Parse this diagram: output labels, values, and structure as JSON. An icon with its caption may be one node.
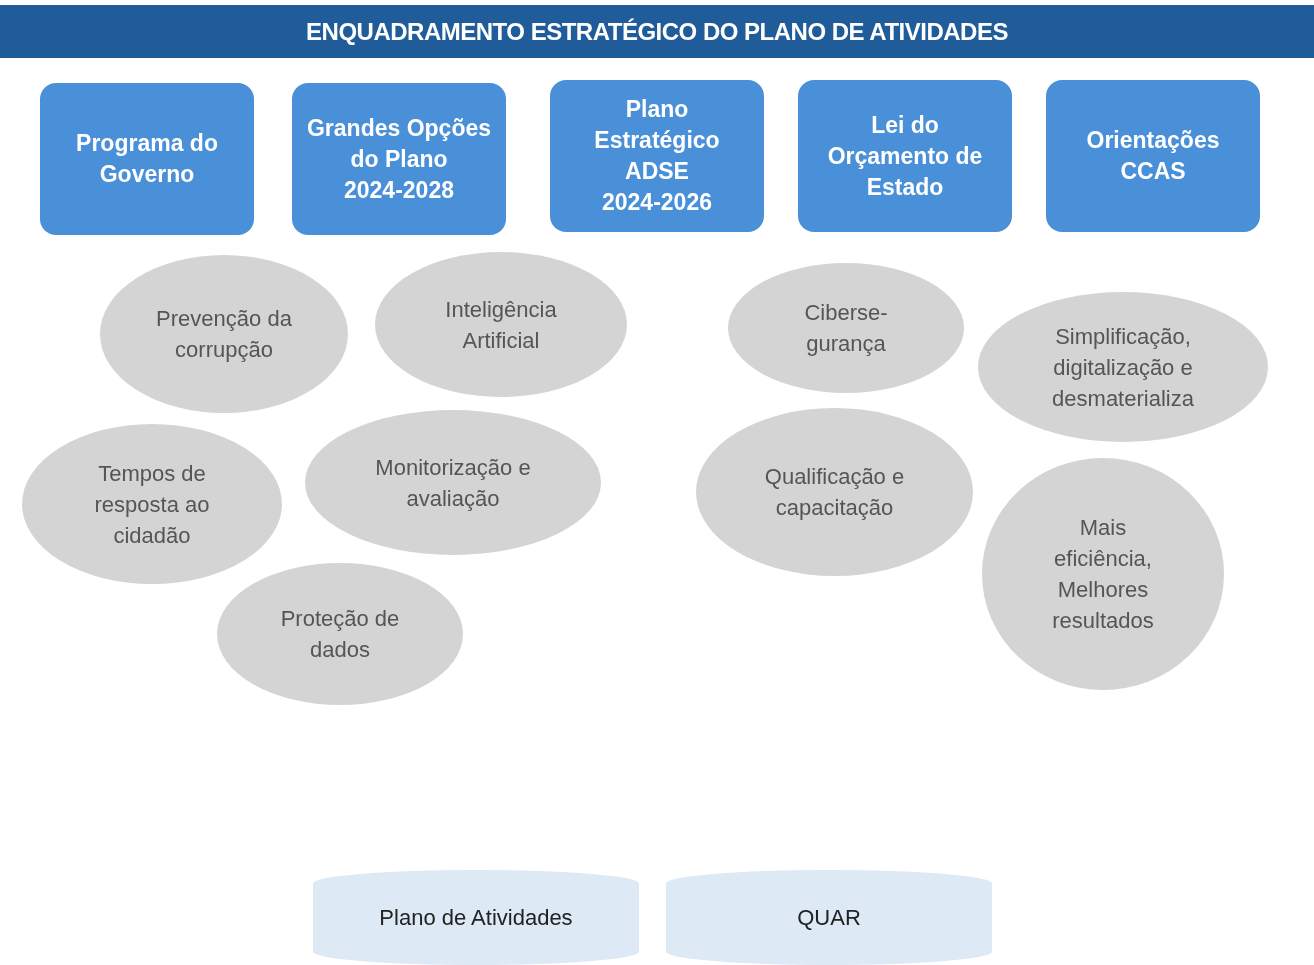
{
  "diagram": {
    "title": "ENQUADRAMENTO ESTRATÉGICO DO PLANO DE ATIVIDADES",
    "nodes": [
      {
        "text": [
          "Programa do Governo"
        ]
      },
      {
        "text": [
          "Grandes Opções do Plano",
          "2024-2028"
        ]
      },
      {
        "text": [
          "Plano Estratégico ADSE",
          "2024-2026"
        ]
      },
      {
        "text": [
          "Lei do Orçamento de Estado"
        ]
      },
      {
        "text": [
          "Orientações CCAS"
        ]
      },
      {
        "text": [
          "Prevenção da corrupção"
        ]
      },
      {
        "text": [
          "Inteligência Artificial"
        ]
      },
      {
        "text": [
          "Ciberse- gurança"
        ]
      },
      {
        "text": [
          "Simplificação, digitalização e desmaterializa"
        ]
      },
      {
        "text": [
          "Tempos de resposta ao cidadão"
        ]
      },
      {
        "text": [
          "Monitorização e avaliação"
        ]
      },
      {
        "text": [
          "Qualificação e capacitação"
        ]
      },
      {
        "text": [
          "Mais eficiência, Melhores resultados"
        ]
      },
      {
        "text": [
          "Proteção de dados"
        ]
      },
      {
        "text": [
          "Plano de Atividades"
        ]
      },
      {
        "text": [
          "QUAR"
        ]
      }
    ]
  }
}
